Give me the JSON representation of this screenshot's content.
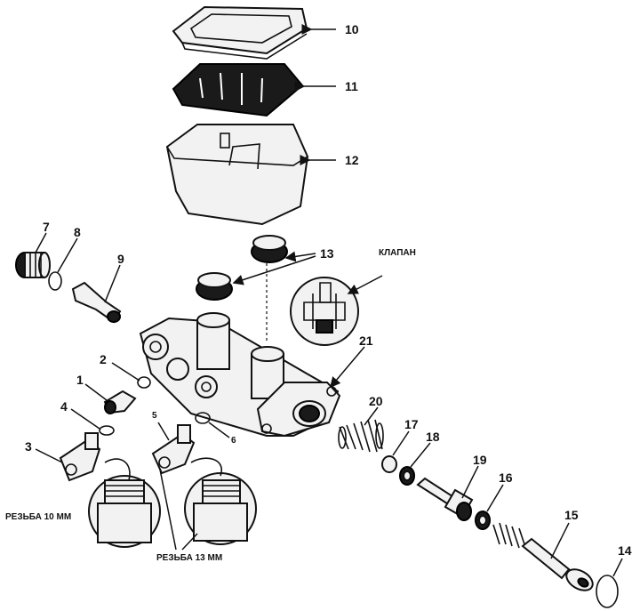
{
  "part_numbers": {
    "p1": "1",
    "p2": "2",
    "p3": "3",
    "p4": "4",
    "p5": "5",
    "p6": "6",
    "p7": "7",
    "p8": "8",
    "p9": "9",
    "p10": "10",
    "p11": "11",
    "p12": "12",
    "p13": "13",
    "p14": "14",
    "p15": "15",
    "p16": "16",
    "p17": "17",
    "p18": "18",
    "p19": "19",
    "p20": "20",
    "p21": "21"
  },
  "captions": {
    "valve": "КЛАПАН",
    "thread_10": "РЕЗЬБА 10 ММ",
    "thread_13": "РЕЗЬБА 13 ММ"
  },
  "colors": {
    "ink": "#111111",
    "paper": "#ffffff",
    "seal_fill": "#1a1a1a"
  }
}
